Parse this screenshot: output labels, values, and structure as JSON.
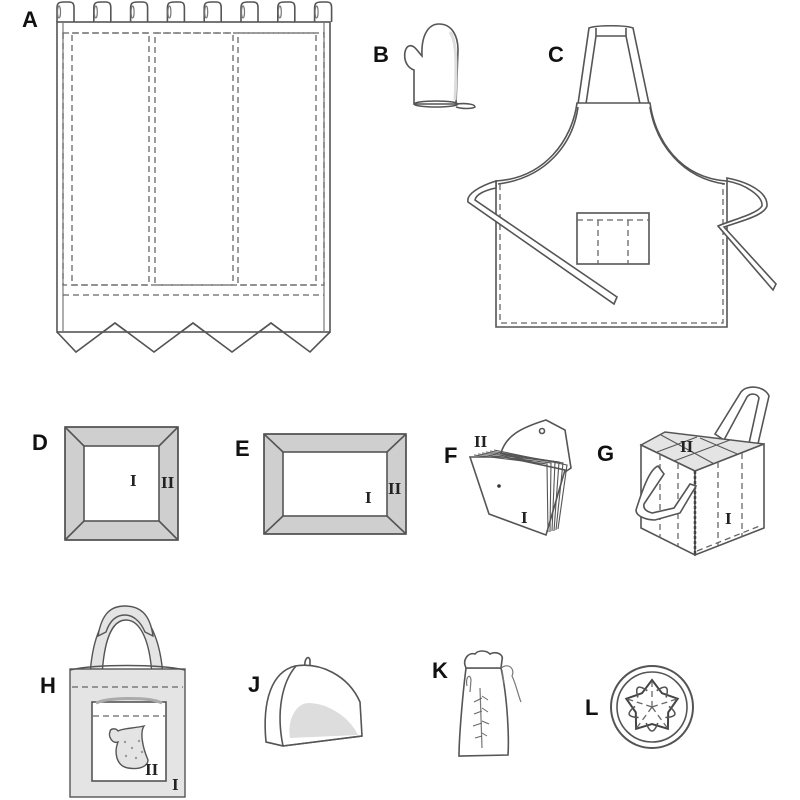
{
  "title": "Sewing pattern views",
  "views": [
    {
      "letter": "A",
      "item": "tab-top curtain with zigzag hem"
    },
    {
      "letter": "B",
      "item": "oven mitt"
    },
    {
      "letter": "C",
      "item": "bib apron with pocket"
    },
    {
      "letter": "D",
      "item": "square mitered frame",
      "marks": [
        "I",
        "II"
      ]
    },
    {
      "letter": "E",
      "item": "rectangular mitered frame",
      "marks": [
        "I",
        "II"
      ]
    },
    {
      "letter": "F",
      "item": "accordion file organizer",
      "marks": [
        "II",
        "I"
      ]
    },
    {
      "letter": "G",
      "item": "divided bottle carrier",
      "marks": [
        "II",
        "I"
      ]
    },
    {
      "letter": "H",
      "item": "tote bag with pitcher pocket",
      "marks": [
        "II",
        "I"
      ]
    },
    {
      "letter": "J",
      "item": "tea cozy"
    },
    {
      "letter": "K",
      "item": "drawstring bottle bag"
    },
    {
      "letter": "L",
      "item": "round hot pad"
    }
  ]
}
